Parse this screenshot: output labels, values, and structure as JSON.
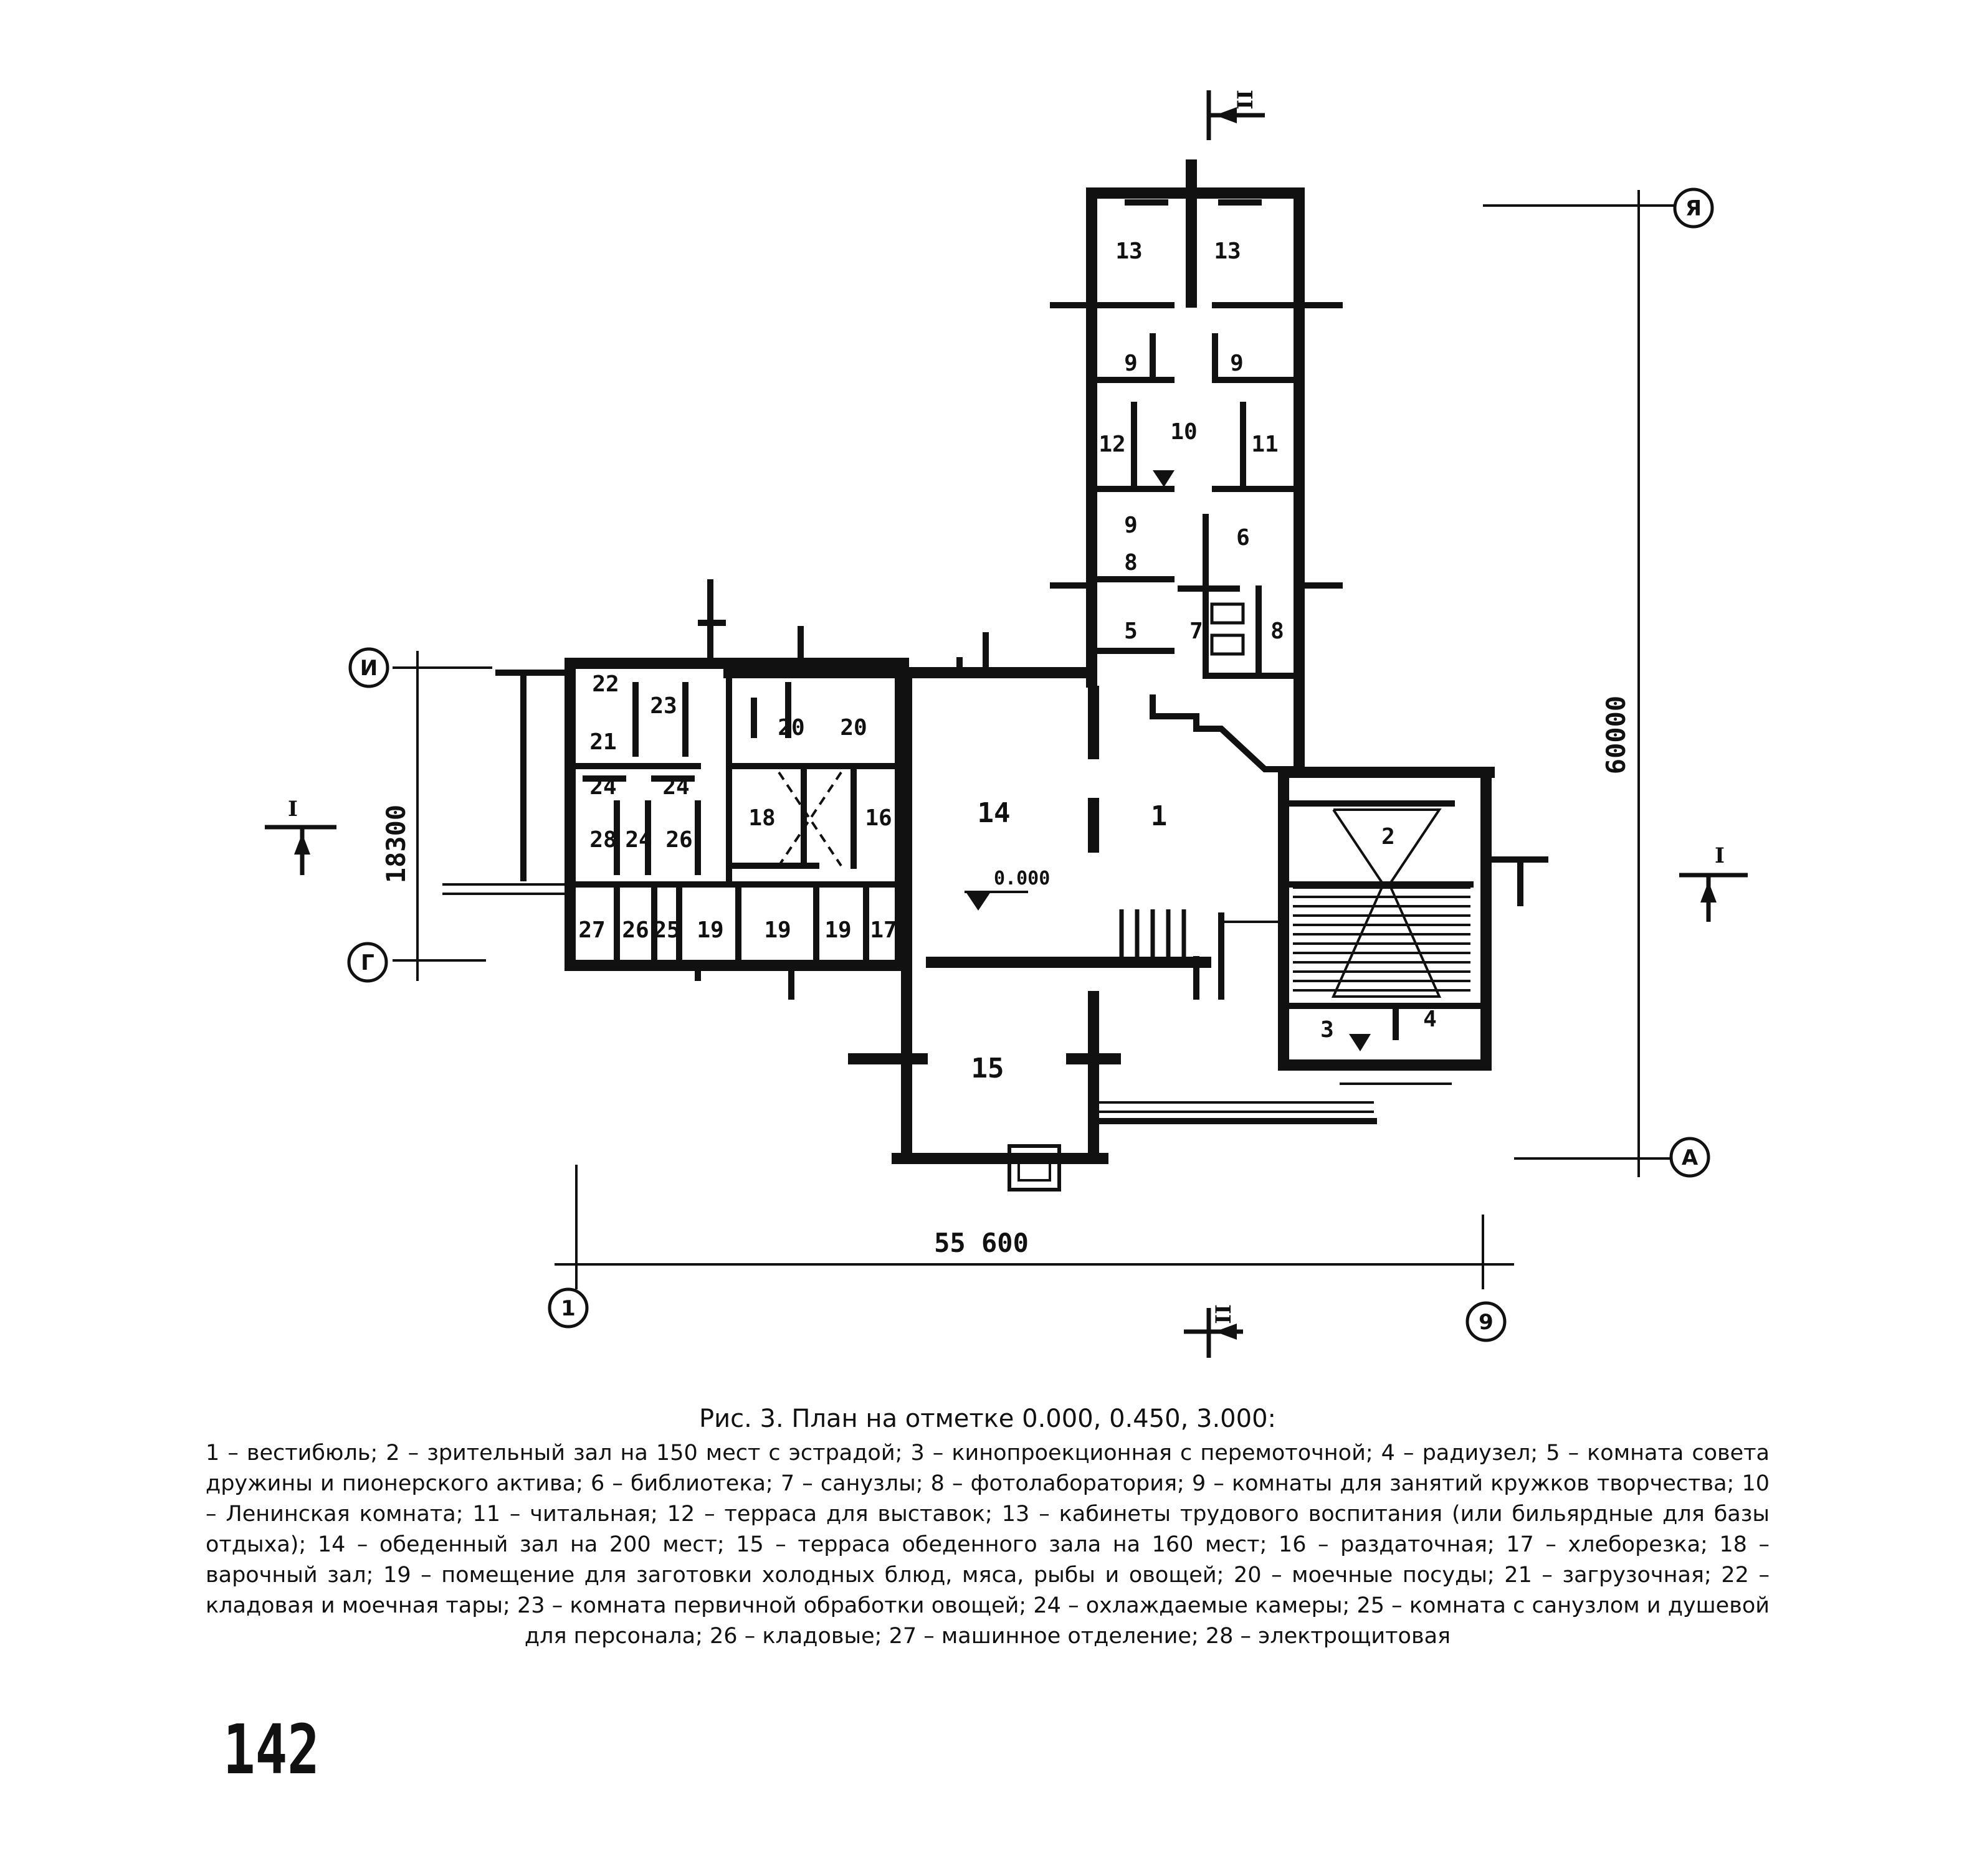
{
  "plan": {
    "axes": {
      "top_right": "Я",
      "left_upper": "И",
      "left_lower": "Г",
      "bottom_right_row": "А",
      "bottom_left": "1",
      "bottom_right": "9"
    },
    "section_marks": {
      "top": "II",
      "bottom": "II",
      "left": "I",
      "right": "I"
    },
    "dimensions": {
      "width": "55 600",
      "height": "60000",
      "wing_height": "18300"
    },
    "level_mark": "0.000",
    "rooms": {
      "r1": "1",
      "r2": "2",
      "r3": "3",
      "r4": "4",
      "r5": "5",
      "r6": "6",
      "r7": "7",
      "r8": "8",
      "r8b": "8",
      "r9a": "9",
      "r9b": "9",
      "r9c": "9",
      "r10": "10",
      "r11": "11",
      "r12": "12",
      "r13a": "13",
      "r13b": "13",
      "r14": "14",
      "r15": "15",
      "r16": "16",
      "r17": "17",
      "r18": "18",
      "r19a": "19",
      "r19b": "19",
      "r19c": "19",
      "r20a": "20",
      "r20b": "20",
      "r21": "21",
      "r22": "22",
      "r23": "23",
      "r24a": "24",
      "r24b": "24",
      "r24c": "24",
      "r25": "25",
      "r26a": "26",
      "r26b": "26",
      "r27": "27",
      "r28": "28"
    }
  },
  "caption": {
    "title": "Рис. 3. План на отметке 0.000, 0.450, 3.000:",
    "legend": "1 – вестибюль; 2 – зрительный зал на 150 мест с эстрадой; 3 – кинопроекционная с перемоточной; 4 – радиузел; 5 – комната совета дружины и пионерского актива; 6 – библиотека; 7 – санузлы; 8 – фотолаборатория; 9 – комнаты для занятий кружков творчества; 10 – Ленинская комната; 11 – читальная; 12 – терраса для выставок; 13 – кабинеты трудового воспитания (или бильярдные для базы отдыха); 14 – обеденный зал на 200 мест; 15 – терраса обеденного зала на 160 мест; 16 – раздаточная; 17 – хлеборезка; 18 – варочный зал; 19 – помещение для заготовки холодных блюд, мяса, рыбы и овощей; 20 – моечные посуды; 21 – загрузочная; 22 – кладовая и моечная тары; 23 – комната первичной обработки овощей; 24 – охлаждаемые камеры; 25 – комната с санузлом и душевой для персонала; 26 – кладовые; 27 – машинное отделение; 28 – электрощитовая"
  },
  "page_number": "142"
}
